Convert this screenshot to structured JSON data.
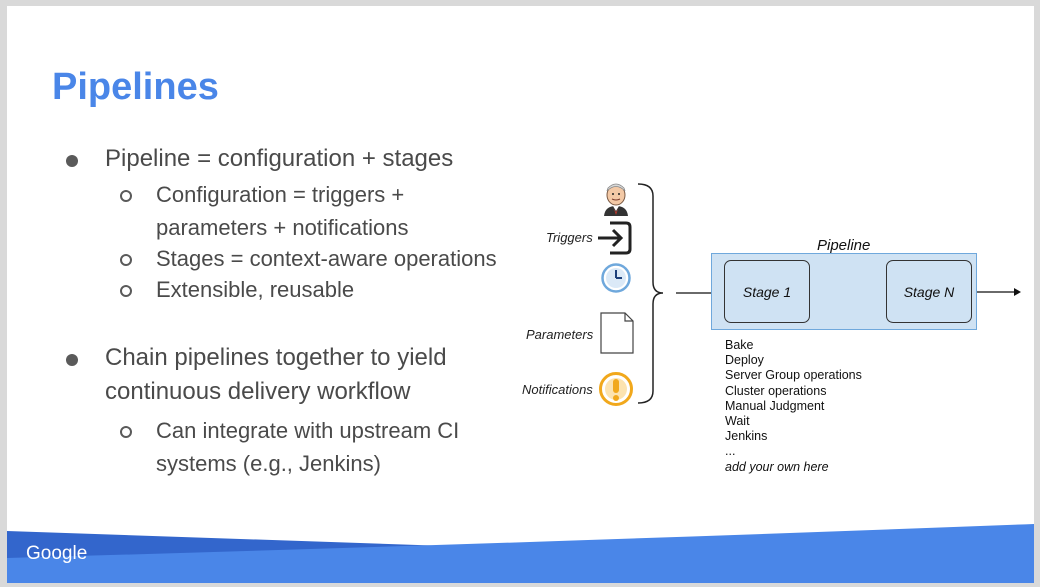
{
  "slide": {
    "title": "Pipelines",
    "bullets": [
      {
        "text": "Pipeline = configuration + stages",
        "sub": [
          {
            "line1": "Configuration = triggers +",
            "line2": "parameters + notifications"
          },
          {
            "line1": "Stages = context-aware operations"
          },
          {
            "line1": "Extensible, reusable"
          }
        ]
      },
      {
        "line1": "Chain pipelines together to yield",
        "line2": "continuous delivery workflow",
        "sub": [
          {
            "line1": "Can integrate with upstream CI",
            "line2": "systems (e.g., Jenkins)"
          }
        ]
      }
    ],
    "diagram": {
      "triggers_label": "Triggers",
      "parameters_label": "Parameters",
      "notifications_label": "Notifications",
      "pipeline_label": "Pipeline",
      "stage_first": "Stage 1",
      "stage_last": "Stage N",
      "operations": [
        "Bake",
        "Deploy",
        "Server Group operations",
        "Cluster operations",
        "Manual Judgment",
        "Wait",
        "Jenkins",
        "...",
        "add your own here"
      ]
    },
    "footer": {
      "brand": "Google",
      "band_color_dark": "#3366cc",
      "band_color_light": "#4a86e8"
    },
    "colors": {
      "title": "#4a86e8",
      "pipeline_fill": "#cfe2f3",
      "notification_icon": "#f1a81c",
      "clock_icon": "#6fa8dc"
    }
  }
}
